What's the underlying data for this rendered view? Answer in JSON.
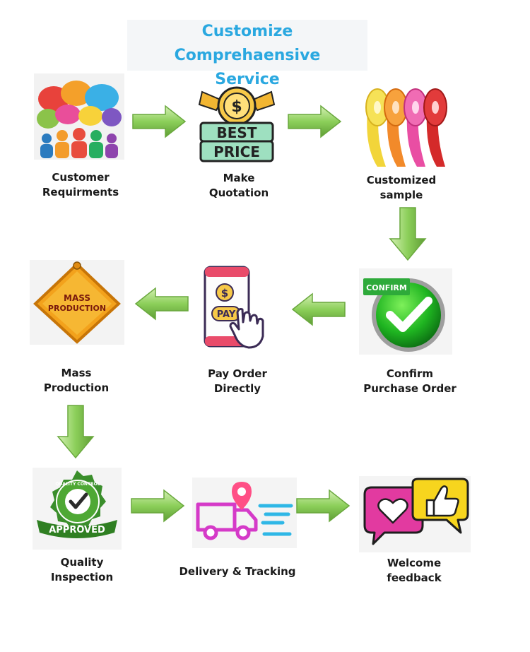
{
  "title": {
    "line1": "Customize  Comprehaensive",
    "line2": "Service"
  },
  "steps": [
    {
      "line1": "Customer",
      "line2": "Requirments",
      "icon": "speech-bubbles-people-icon"
    },
    {
      "line1": "Make",
      "line2": "Quotation",
      "icon": "best-price-badge-icon"
    },
    {
      "line1": "Customized",
      "line2": "sample",
      "icon": "ribbon-rolls-icon"
    },
    {
      "line1": "Confirm",
      "line2": "Purchase Order",
      "icon": "confirm-check-icon"
    },
    {
      "line1": "Pay Order",
      "line2": "Directly",
      "icon": "phone-pay-icon"
    },
    {
      "line1": "Mass",
      "line2": "Production",
      "icon": "mass-production-sign-icon"
    },
    {
      "line1": "Quality",
      "line2": "Inspection",
      "icon": "approved-seal-icon"
    },
    {
      "line1": "Delivery & Tracking",
      "line2": "",
      "icon": "delivery-truck-icon"
    },
    {
      "line1": "Welcome",
      "line2": "feedback",
      "icon": "feedback-bubbles-icon"
    }
  ],
  "badges": {
    "best": "BEST",
    "price": "PRICE",
    "confirm": "CONFIRM",
    "mass": "MASS",
    "production": "PRODUCTION",
    "pay": "PAY",
    "dollar": "$",
    "approved": "APPROVED",
    "quality_control": "QUALITY CONTROL"
  },
  "colors": {
    "title": "#2aa8e0",
    "arrow": "#8ccf5a",
    "arrow_edge": "#5f9e35"
  }
}
